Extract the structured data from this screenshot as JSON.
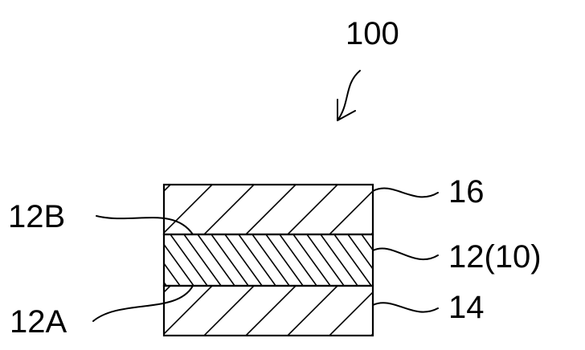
{
  "figure": {
    "reference_number": "100",
    "layers": [
      {
        "id": "top",
        "label": "16"
      },
      {
        "id": "middle",
        "label": "12(10)"
      },
      {
        "id": "bottom",
        "label": "14"
      }
    ],
    "surface_labels": {
      "upper": "12B",
      "lower": "12A"
    }
  }
}
